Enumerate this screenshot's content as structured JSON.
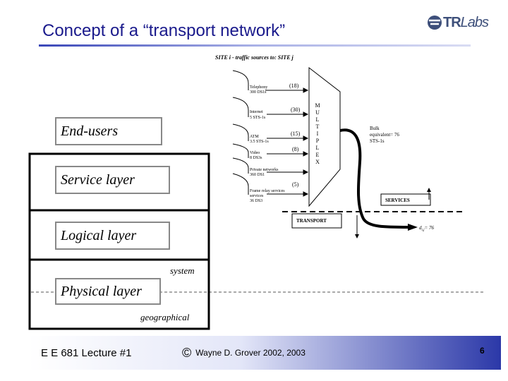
{
  "slide": {
    "title": "Concept of a “transport network”",
    "logo": {
      "brand": "TR",
      "suffix": "Labs",
      "icon": "trlabs-logo-icon"
    }
  },
  "figure": {
    "header": "SITE i - traffic sources to: SITE j",
    "sources": [
      {
        "name": "Telephony",
        "detail": "300 DS1s",
        "count": "(18)"
      },
      {
        "name": "Internet",
        "detail": "5 STS-1s",
        "count": "(30)"
      },
      {
        "name": "ATM",
        "detail": "3.5 STS-1s",
        "count": "(15)"
      },
      {
        "name": "Video",
        "detail": "8 DS3s",
        "count": "(8)"
      },
      {
        "name": "Private networks",
        "detail": "360 DS1",
        "count": ""
      },
      {
        "name": "Frame relay services",
        "detail": "36 DS3",
        "count": "(5)"
      }
    ],
    "mux_letters": [
      "M",
      "U",
      "L",
      "T",
      "I",
      "P",
      "L",
      "E",
      "X"
    ],
    "bulk_label": "Bulk equivalent= 76 STS-1s",
    "services_label": "SERVICES",
    "transport_label": "TRANSPORT",
    "dij_label": "d",
    "dij_sub": "i,j",
    "dij_value": "= 76"
  },
  "layers": {
    "end_users": "End-users",
    "service": "Service layer",
    "logical": "Logical layer",
    "physical": "Physical layer",
    "system_label": "system",
    "geographical_label": "geographical"
  },
  "footer": {
    "course": "E E 681 Lecture #1",
    "copyright_symbol": "©",
    "author": "Wayne D. Grover 2002, 2003",
    "page": "6"
  }
}
